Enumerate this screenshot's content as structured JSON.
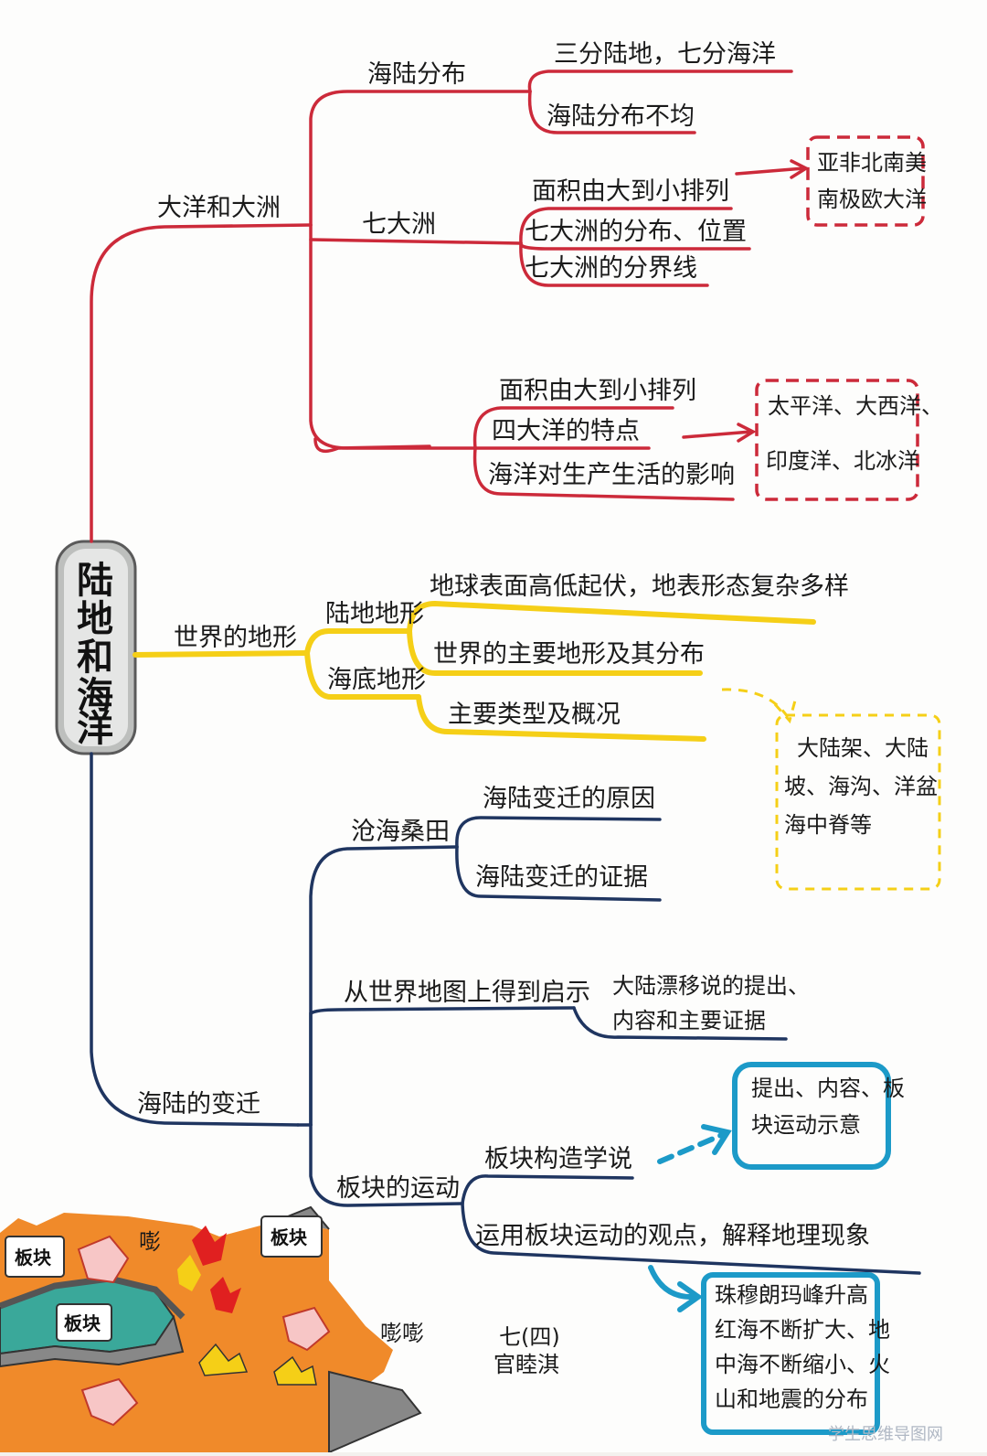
{
  "central": {
    "chars": [
      "陆",
      "地",
      "和",
      "海",
      "洋"
    ]
  },
  "colors": {
    "red": "#cc2a3a",
    "yellow": "#f5cf17",
    "navy": "#1f3560",
    "blue": "#1c9ac8",
    "paper": "#ffffff"
  },
  "branch1": {
    "label": "大洋和大洲",
    "sub1": {
      "label": "海陆分布",
      "leaves": [
        "三分陆地，七分海洋",
        "海陆分布不均"
      ]
    },
    "sub2": {
      "label": "七大洲",
      "leaves": [
        "面积由大到小排列",
        "七大洲的分布、位置",
        "七大洲的分界线"
      ],
      "note": [
        "亚非北南美",
        "南极欧大洋"
      ]
    },
    "sub3": {
      "leaves": [
        "面积由大到小排列",
        "四大洋的特点",
        "海洋对生产生活的影响"
      ],
      "note": [
        "太平洋、大西洋、",
        "印度洋、北冰洋"
      ]
    }
  },
  "branch2": {
    "label": "世界的地形",
    "sub1": {
      "label": "陆地地形",
      "leaves": [
        "地球表面高低起伏，地表形态复杂多样",
        "世界的主要地形及其分布"
      ]
    },
    "sub2": {
      "label": "海底地形",
      "leaves": [
        "主要类型及概况"
      ]
    },
    "note": [
      "大陆架、大陆",
      "坡、海沟、洋盆",
      "海中脊等"
    ]
  },
  "branch3": {
    "label": "海陆的变迁",
    "sub1": {
      "label": "沧海桑田",
      "leaves": [
        "海陆变迁的原因",
        "海陆变迁的证据"
      ]
    },
    "sub2": {
      "label": "从世界地图上得到启示",
      "leaves": [
        "大陆漂移说的提出、",
        "内容和主要证据"
      ]
    },
    "sub3": {
      "label": "板块的运动",
      "leaves": [
        "板块构造学说",
        "运用板块运动的观点，解释地理现象"
      ],
      "note1": [
        "提出、内容、板",
        "块运动示意"
      ],
      "note2": [
        "珠穆朗玛峰升高",
        "红海不断扩大、地",
        "中海不断缩小、火",
        "山和地震的分布"
      ]
    }
  },
  "illustration": {
    "labels": [
      "板块",
      "板块",
      "板块"
    ],
    "sounds": [
      "嘭",
      "嘭嘭"
    ]
  },
  "author": {
    "class": "七(四)",
    "name": "官睦淇"
  },
  "watermark": "学生思维导图网"
}
